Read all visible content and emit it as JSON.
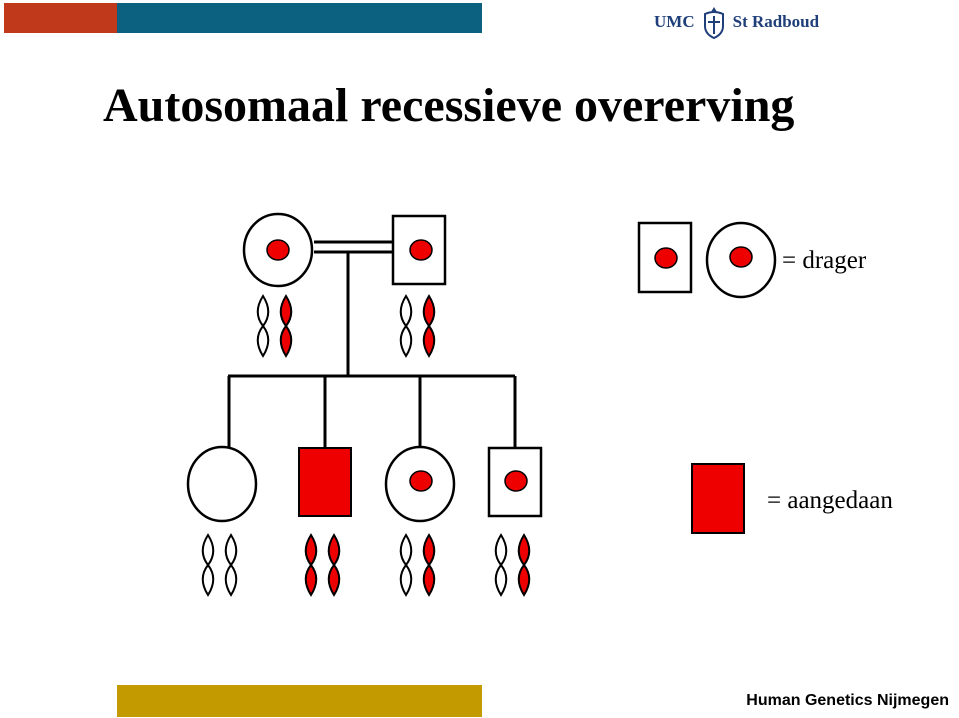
{
  "header": {
    "bars": [
      {
        "name": "header-bar-orange",
        "color": "#c0391b"
      },
      {
        "name": "header-bar-teal",
        "color": "#0c6080"
      }
    ],
    "logo": {
      "umc": "UMC",
      "st_radboud": "St Radboud",
      "text_color": "#1f3f7a",
      "icon": "radboud-crest-icon"
    }
  },
  "slide": {
    "title": "Autosomaal recessieve overerving"
  },
  "legend": {
    "carrier_label": "= drager",
    "affected_label": "= aangedaan"
  },
  "colors": {
    "affected": "#ee0000",
    "outline": "#000000",
    "background": "#ffffff"
  },
  "footer": {
    "bar_color": "#c39a00",
    "text": "Human Genetics Nijmegen"
  }
}
